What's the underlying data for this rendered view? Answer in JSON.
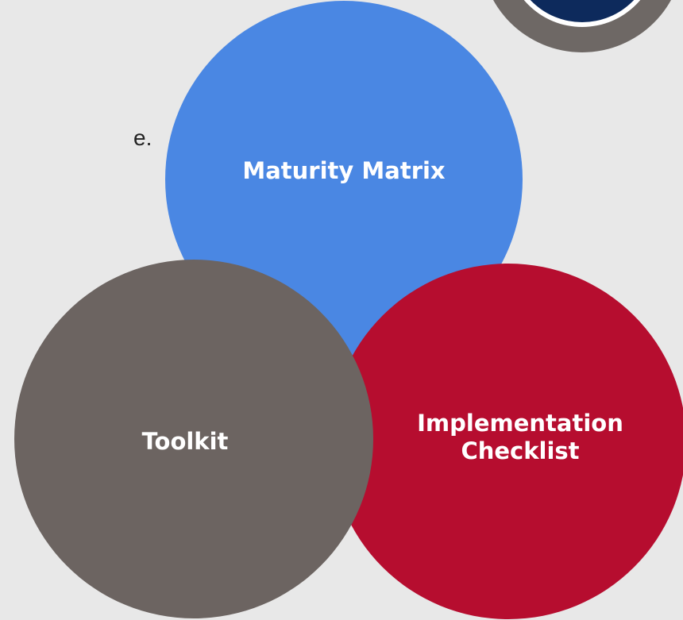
{
  "fragment_text": "e.",
  "circles": [
    {
      "id": "maturity",
      "label": "Maturity Matrix",
      "color": "#4a87e3"
    },
    {
      "id": "toolkit",
      "label": "Toolkit",
      "color": "#6c6461"
    },
    {
      "id": "implementation",
      "label": "Implementation Checklist",
      "label_lines": [
        "Implementation",
        "Checklist"
      ],
      "color": "#b60d2f"
    }
  ],
  "logo": {
    "ring_color": "#6e6865",
    "inner_color": "#0d2a5c",
    "inner_edge_color": "#ffffff"
  }
}
